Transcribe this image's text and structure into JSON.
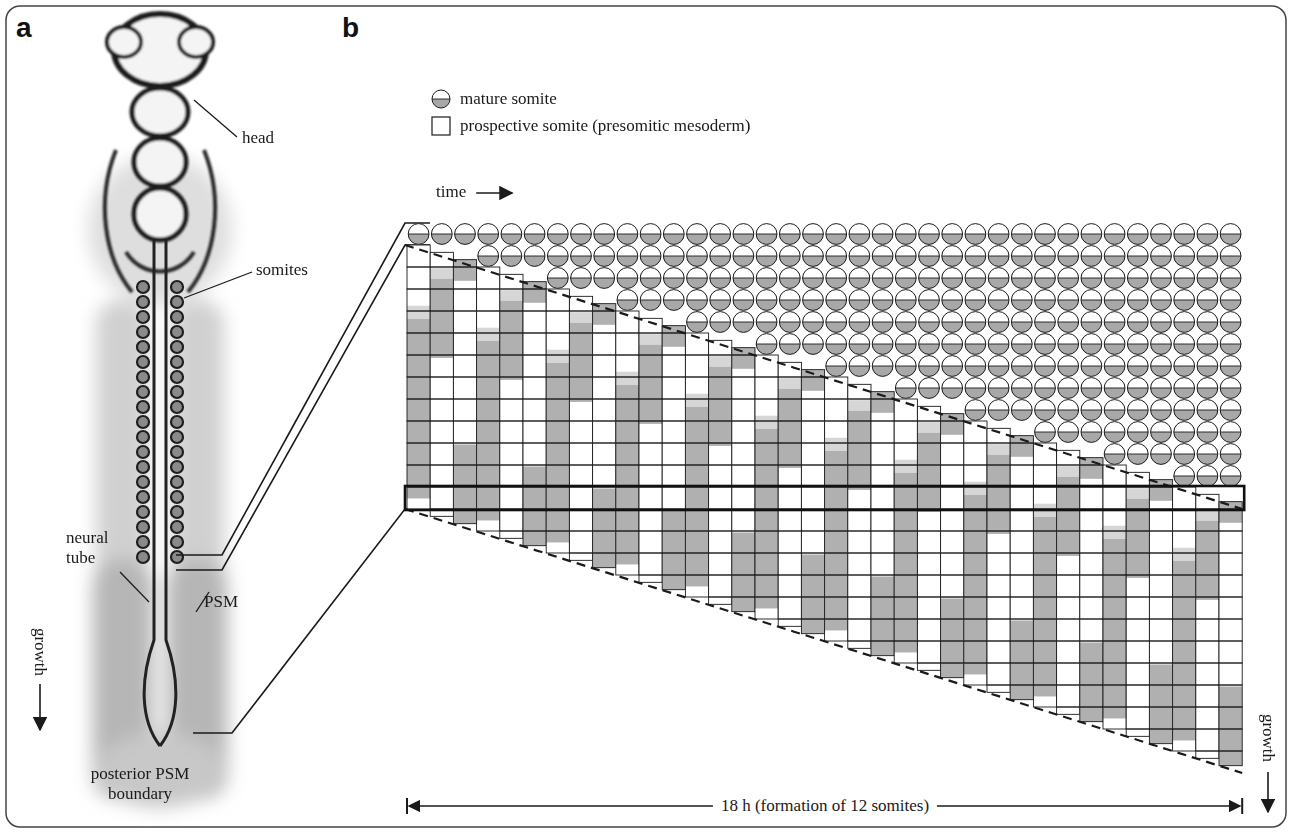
{
  "diagram": {
    "labels": [
      "a",
      "head",
      "somites",
      "neural tube",
      "PSM",
      "growth",
      "posterior PSM boundary",
      "b",
      "time",
      "growth",
      "18 h (formation of 12 somites)"
    ],
    "legend": [
      {
        "text": "mature somite"
      },
      {
        "text": "prospective somite (presomitic mesoderm)"
      }
    ]
  }
}
